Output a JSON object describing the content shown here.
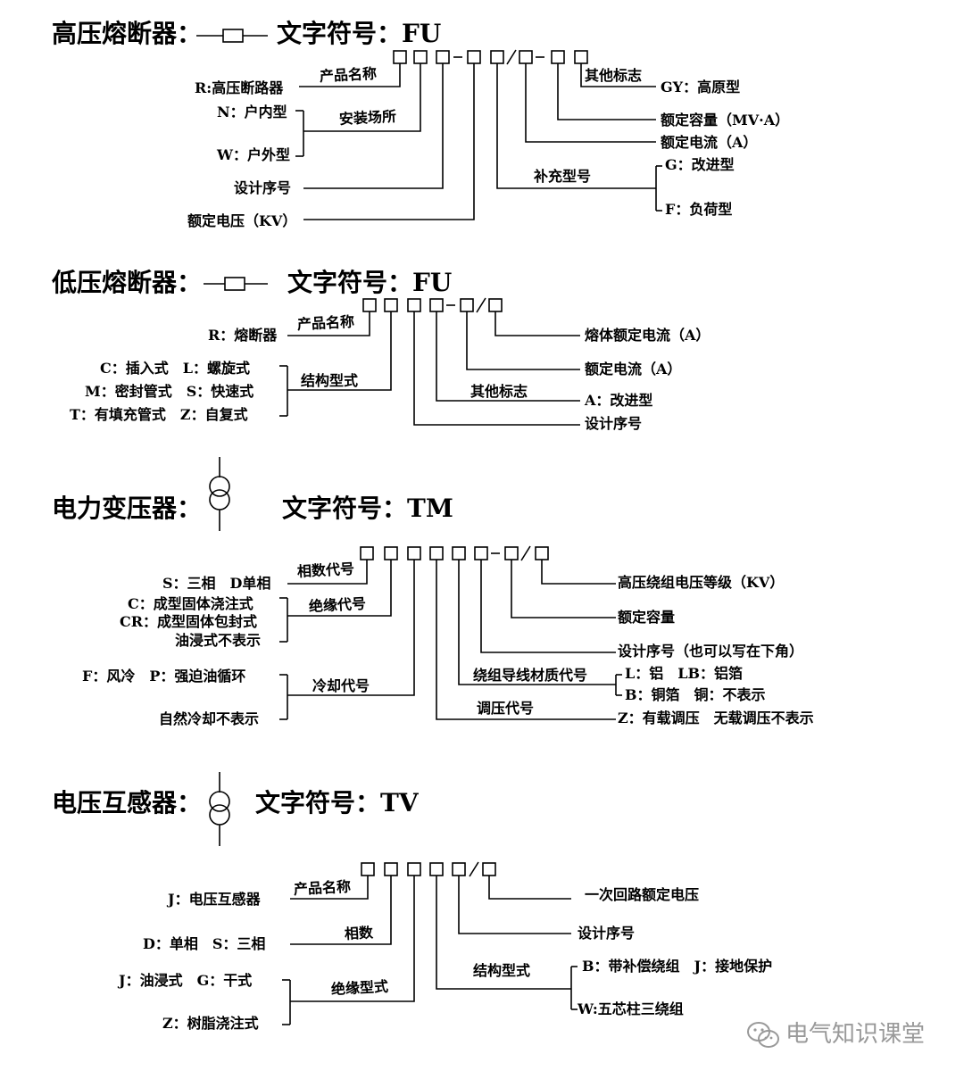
{
  "hv_fuse": {
    "title": "高压熔断器：",
    "symbol_text": "文字符号：FU",
    "code": "□□□-□□/□-□□",
    "caption_name": "产品名称",
    "caption_place": "安装场所",
    "caption_extra": "补充型号",
    "caption_other": "其他标志",
    "l_r": "R:高压断路器",
    "l_n": "N：户内型",
    "l_w": "W：户外型",
    "l_design": "设计序号",
    "l_voltage": "额定电压（KV）",
    "r_gy": "GY：高原型",
    "r_capacity": "额定容量（MV·A）",
    "r_current": "额定电流（A）",
    "r_g": "G：改进型",
    "r_f": "F：负荷型"
  },
  "lv_fuse": {
    "title": "低压熔断器：",
    "symbol_text": "文字符号：FU",
    "code": "□□□□-□/□",
    "caption_name": "产品名称",
    "caption_struct": "结构型式",
    "caption_other": "其他标志",
    "l_r": "R：熔断器",
    "l_c": "C：插入式　L：螺旋式",
    "l_m": "M：密封管式　S：快速式",
    "l_t": "T：有填充管式　Z：自复式",
    "r_melt": "熔体额定电流（A）",
    "r_current": "额定电流（A）",
    "r_a": "A：改进型",
    "r_design": "设计序号"
  },
  "transformer": {
    "title": "电力变压器：",
    "symbol_text": "文字符号：TM",
    "code": "□□□□□□-□/□",
    "caption_phase": "相数代号",
    "caption_insul": "绝缘代号",
    "caption_cool": "冷却代号",
    "caption_wire": "绕组导线材质代号",
    "caption_reg": "调压代号",
    "l_s": "S：三相　D单相",
    "l_c": "C：成型固体浇注式",
    "l_cr": "CR：成型固体包封式",
    "l_oil": "油浸式不表示",
    "l_f": "F：风冷　P：强迫油循环",
    "l_natural": "自然冷却不表示",
    "r_hv": "高压绕组电压等级（KV）",
    "r_capacity": "额定容量",
    "r_design": "设计序号（也可以写在下角）",
    "r_l": "L：铝　LB：铝箔",
    "r_b": "B：铜箔　铜：不表示",
    "r_z": "Z：有载调压　无载调压不表示"
  },
  "pt": {
    "title": "电压互感器：",
    "symbol_text": "文字符号：TV",
    "code": "□□□□□/□",
    "caption_name": "产品名称",
    "caption_phase": "相数",
    "caption_insul": "绝缘型式",
    "caption_struct": "结构型式",
    "l_j": "J：电压互感器",
    "l_d": "D：单相　S：三相",
    "l_j2": "J：油浸式　G：干式",
    "l_z": "Z：树脂浇注式",
    "r_primary": "一次回路额定电压",
    "r_design": "设计序号",
    "r_b": "B：带补偿绕组　J：接地保护",
    "r_w": "W:五芯柱三绕组"
  },
  "watermark": {
    "text": "电气知识课堂",
    "icon": "wechat-icon",
    "color": "#999999"
  }
}
